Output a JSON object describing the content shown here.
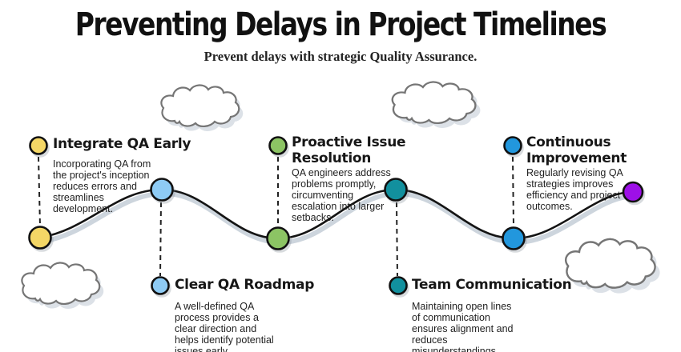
{
  "title": "Preventing Delays in Project Timelines",
  "subtitle": "Prevent delays with strategic Quality Assurance.",
  "milestones": [
    {
      "title_lines": [
        "Integrate QA Early"
      ],
      "description_lines": [
        "Incorporating QA from",
        "the project's inception",
        "reduces errors and",
        "streamlines",
        "development."
      ],
      "color": "#F4D766"
    },
    {
      "title_lines": [
        "Clear QA Roadmap"
      ],
      "description_lines": [
        "A well-defined QA",
        "process provides a",
        "clear direction and",
        "helps identify potential",
        "issues early."
      ],
      "color": "#8ECBF4"
    },
    {
      "title_lines": [
        "Proactive Issue",
        "Resolution"
      ],
      "description_lines": [
        "QA engineers address",
        "problems promptly,",
        "circumventing",
        "escalation into larger",
        "setbacks."
      ],
      "color": "#8CC464"
    },
    {
      "title_lines": [
        "Team Communication"
      ],
      "description_lines": [
        "Maintaining open lines",
        "of communication",
        "ensures alignment and",
        "reduces",
        "misunderstandings."
      ],
      "color": "#12909E"
    },
    {
      "title_lines": [
        "Continuous",
        "Improvement"
      ],
      "description_lines": [
        "Regularly revising QA",
        "strategies improves",
        "efficiency and project",
        "outcomes."
      ],
      "color": "#2297DD"
    }
  ],
  "end_dot": {
    "color": "#9D10E8"
  },
  "style_colors": {
    "curve_stroke": "#141414",
    "curve_shadow": "#CDD5DD",
    "cloud_stroke": "#757575",
    "cloud_shadow": "#DCE1E7",
    "text": "#1b1b1b"
  }
}
